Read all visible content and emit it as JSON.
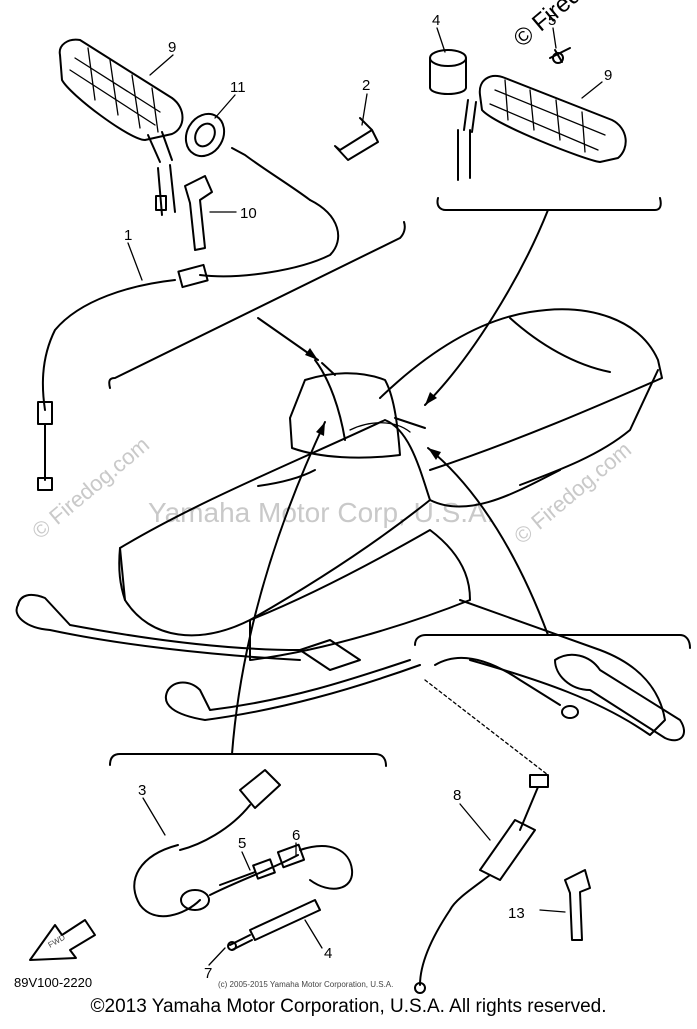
{
  "watermark": {
    "brand_corner": "© Firedog.com",
    "brand_left": "© Firedog.com",
    "brand_right": "© Firedog.com",
    "center": "Yamaha Motor Corp, U.S.A."
  },
  "part_labels": {
    "p1": "1",
    "p2": "2",
    "p3": "3",
    "p4_top": "4",
    "p4_bottom": "4",
    "p5_top": "5",
    "p5_bottom": "5",
    "p6": "6",
    "p7": "7",
    "p8": "8",
    "p9_left": "9",
    "p9_right": "9",
    "p10": "10",
    "p11": "11",
    "p13": "13"
  },
  "diagram_code": "89V100-2220",
  "fwd_label": "FWD",
  "small_copyright": "(c) 2005-2015 Yamaha Motor Corporation, U.S.A.",
  "footer_copyright": "©2013 Yamaha Motor Corporation, U.S.A. All rights reserved."
}
